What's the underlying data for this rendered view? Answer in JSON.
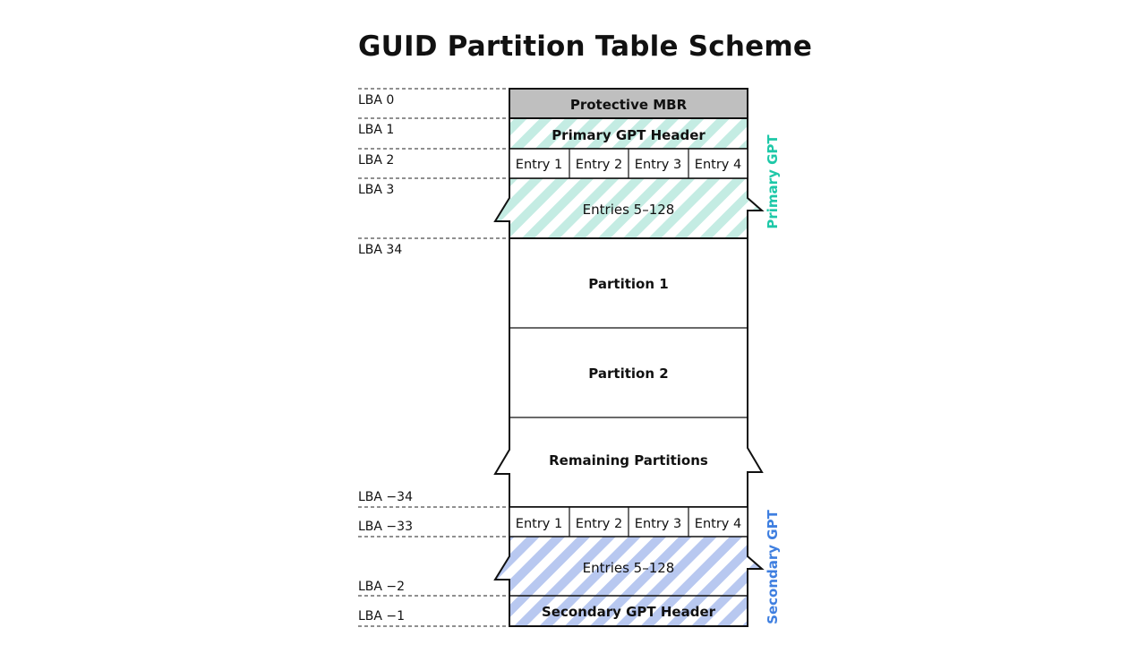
{
  "title": "GUID Partition Table Scheme",
  "colors": {
    "primary_gpt": "#1ec8a8",
    "primary_stripe": "#c4ece3",
    "secondary_gpt": "#3f7fe0",
    "secondary_stripe": "#b8c8f0",
    "mbr_fill": "#bfbfbf"
  },
  "lba_labels": [
    "LBA 0",
    "LBA 1",
    "LBA 2",
    "LBA 3",
    "LBA 34",
    "LBA −34",
    "LBA −33",
    "LBA −2",
    "LBA −1"
  ],
  "blocks": {
    "protective_mbr": "Protective MBR",
    "primary_header": "Primary GPT Header",
    "primary_entries": [
      "Entry 1",
      "Entry 2",
      "Entry 3",
      "Entry 4"
    ],
    "primary_rest": "Entries 5–128",
    "partition_1": "Partition 1",
    "partition_2": "Partition 2",
    "remaining": "Remaining Partitions",
    "secondary_entries": [
      "Entry 1",
      "Entry 2",
      "Entry 3",
      "Entry 4"
    ],
    "secondary_rest": "Entries 5–128",
    "secondary_header": "Secondary GPT Header"
  },
  "side_labels": {
    "primary": "Primary GPT",
    "secondary": "Secondary GPT"
  }
}
